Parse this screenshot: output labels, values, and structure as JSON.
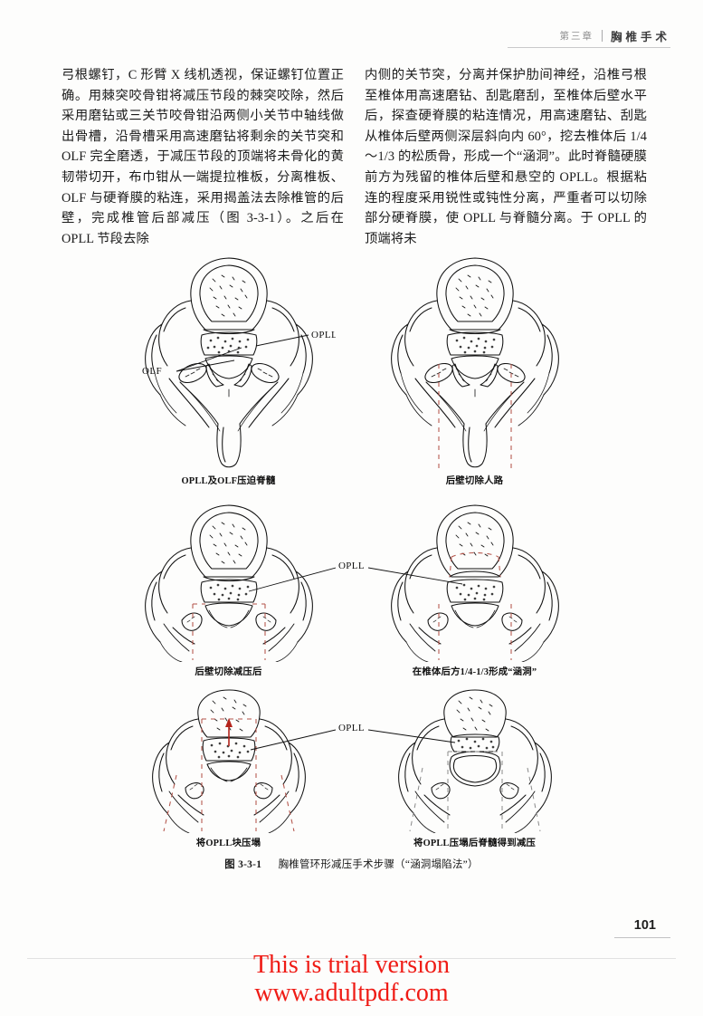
{
  "running_head": {
    "chapter": "第三章",
    "title": "胸椎手术"
  },
  "body": {
    "left_column": "弓根螺钉，C 形臂 X 线机透视，保证螺钉位置正确。用棘突咬骨钳将减压节段的棘突咬除，然后采用磨钻或三关节咬骨钳沿两侧小关节中轴线做出骨槽，沿骨槽采用高速磨钻将剩余的关节突和 OLF 完全磨透，于减压节段的顶端将未骨化的黄韧带切开，布巾钳从一端提拉椎板，分离椎板、OLF 与硬脊膜的粘连，采用揭盖法去除椎管的后壁，完成椎管后部减压（图 3-3-1）。之后在 OPLL 节段去除",
    "right_column": "内侧的关节突，分离并保护肋间神经，沿椎弓根至椎体用高速磨钻、刮匙磨刮，至椎体后壁水平后，探查硬脊膜的粘连情况，用高速磨钻、刮匙从椎体后壁两侧深层斜向内 60°，挖去椎体后 1/4～1/3 的松质骨，形成一个“涵洞”。此时脊髓硬膜前方为残留的椎体后壁和悬空的 OPLL。根据粘连的程度采用锐性或钝性分离，严重者可以切除部分硬脊膜，使 OPLL 与脊髓分离。于 OPLL 的顶端将未"
  },
  "figure": {
    "caption_number": "图 3-3-1",
    "caption_text": "胸椎管环形减压手术步骤（“涵洞塌陷法”）",
    "panels": [
      {
        "id": "panel-1",
        "caption": "OPLL及OLF压迫脊髓",
        "labels": [
          "OLF",
          "OPLL"
        ]
      },
      {
        "id": "panel-2",
        "caption": "后壁切除人路",
        "labels": []
      },
      {
        "id": "panel-3",
        "caption": "后壁切除减压后",
        "labels": []
      },
      {
        "id": "panel-4",
        "caption": "在椎体后方1/4-1/3形成“涵洞”",
        "labels": [
          "OPLL"
        ]
      },
      {
        "id": "panel-5",
        "caption": "将OPLL块压塌",
        "labels": []
      },
      {
        "id": "panel-6",
        "caption": "将OPLL压塌后脊髓得到减压",
        "labels": [
          "OPLL"
        ]
      }
    ],
    "row2_shared_label": "OPLL",
    "row3_shared_label": "OPLL"
  },
  "page_number": "101",
  "watermark": {
    "line1": "This is trial version",
    "line2": "www.adultpdf.com",
    "color": "#ef1b15"
  },
  "colors": {
    "ink": "#111111",
    "dashed_guide": "#b4544a",
    "watermark": "#ef1b15"
  }
}
